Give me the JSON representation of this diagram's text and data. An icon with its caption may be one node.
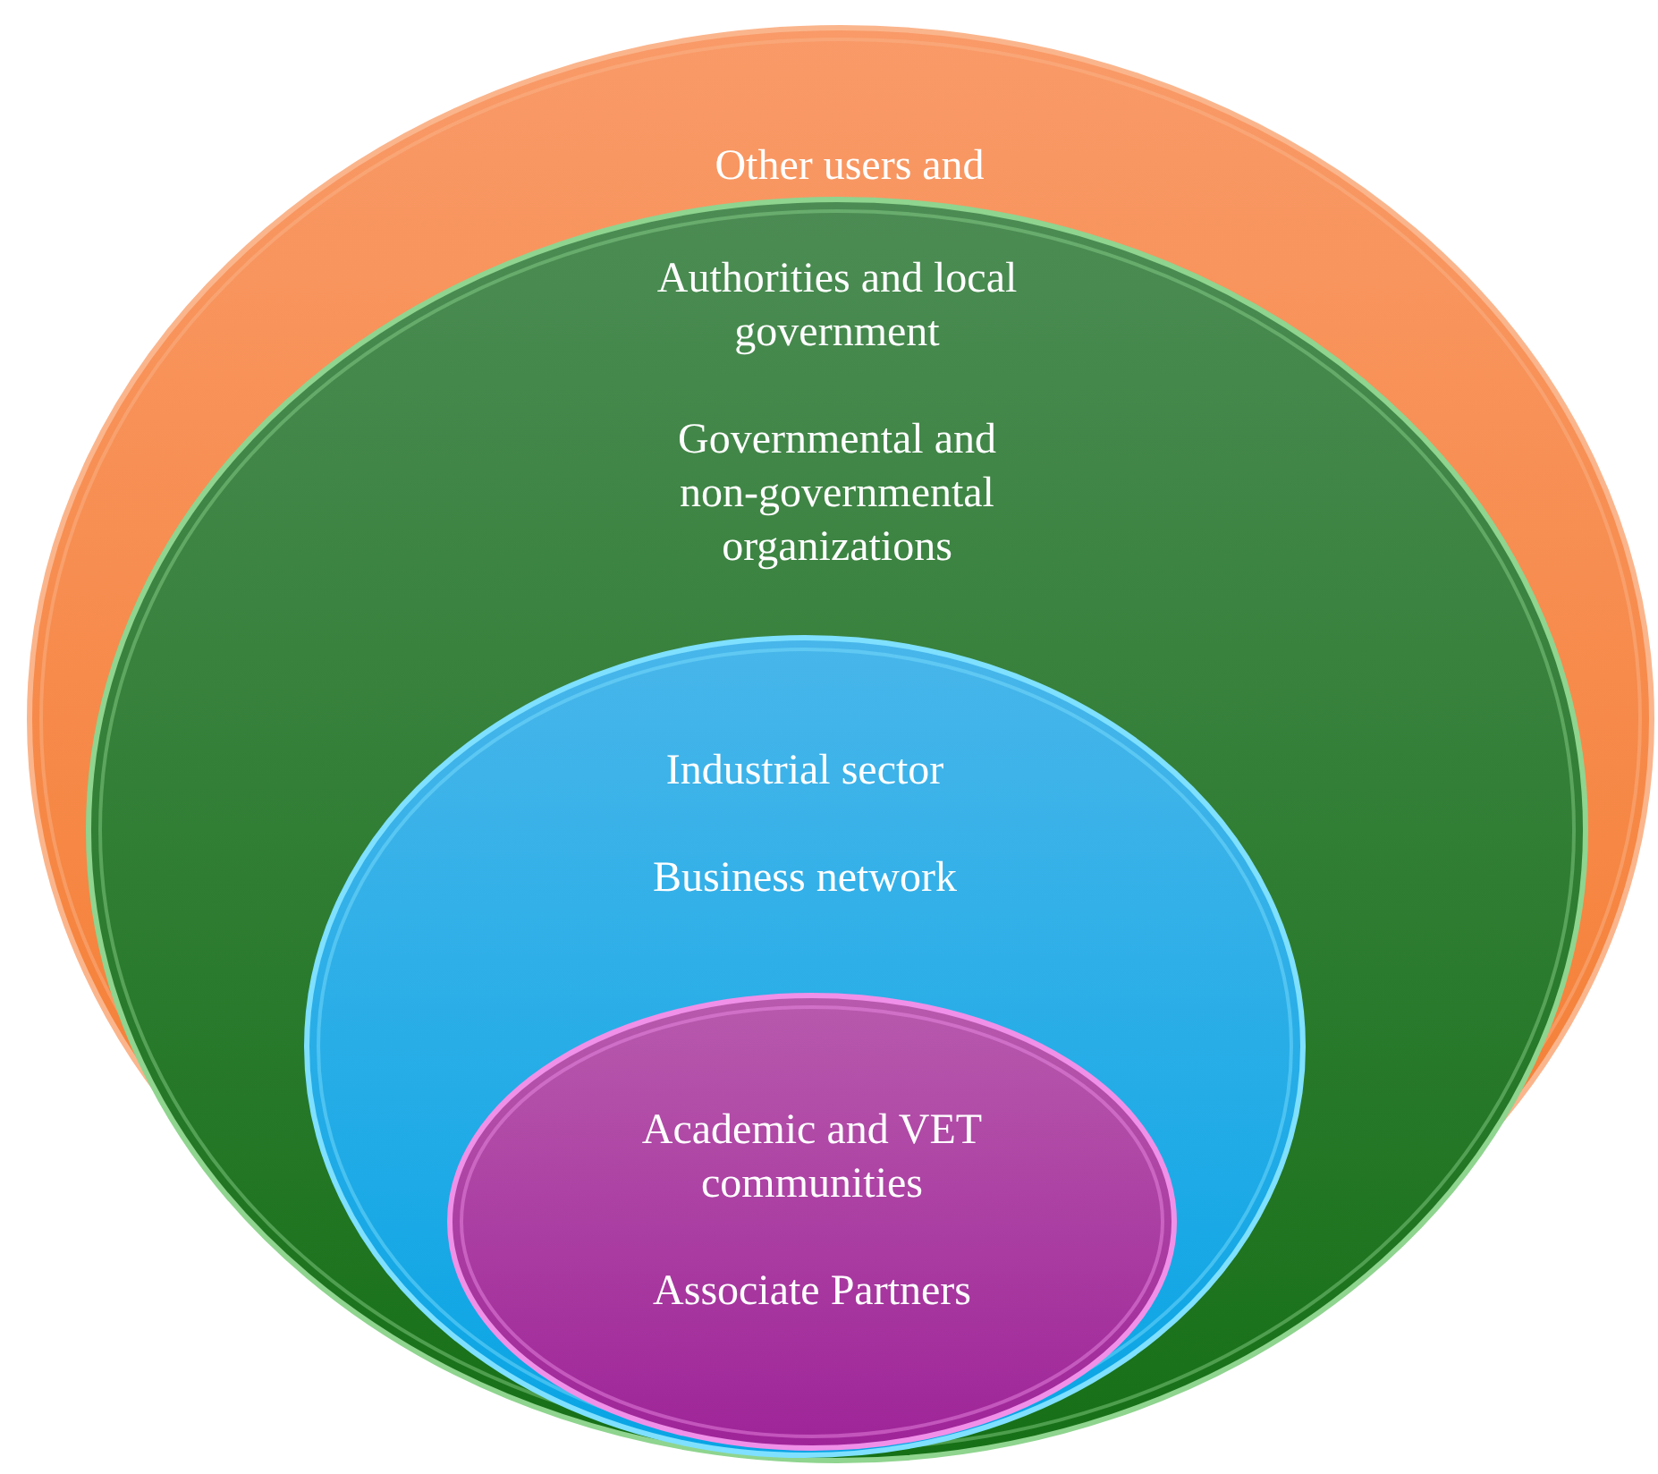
{
  "diagram": {
    "nodes": [
      {
        "text": [
          "Other users and"
        ]
      },
      {
        "text": [
          "Authorities and local government",
          "Governmental and non-governmental organizations"
        ],
        "in": 0
      },
      {
        "text": [
          "Industrial sector",
          "Business network"
        ],
        "in": 1
      },
      {
        "text": [
          "Academic and VET communities",
          "Associate Partners"
        ],
        "in": 2
      }
    ]
  }
}
